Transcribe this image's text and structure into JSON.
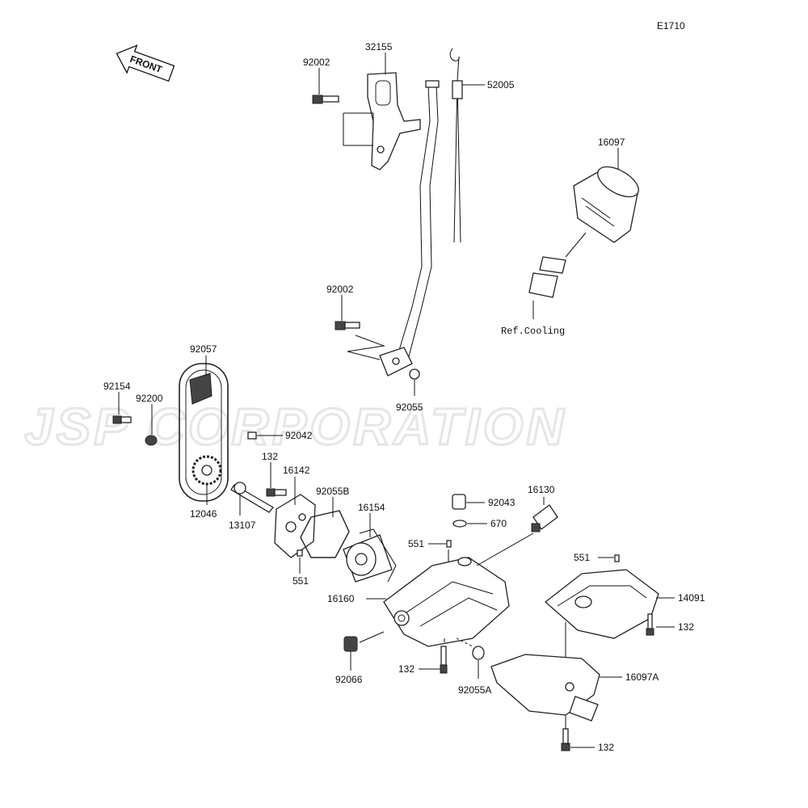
{
  "diagram": {
    "code": "E1710",
    "front_label": "FRONT",
    "watermark": "JSP CORPORATION",
    "labels": {
      "p32155": "32155",
      "p92002_top": "92002",
      "p52005": "52005",
      "p16097": "16097",
      "ref_cooling": "Ref.Cooling",
      "p92002_mid": "92002",
      "p92055": "92055",
      "p92057": "92057",
      "p92154": "92154",
      "p92200": "92200",
      "p92042": "92042",
      "p132_a": "132",
      "p16142": "16142",
      "p92055B": "92055B",
      "p16154": "16154",
      "p12046": "12046",
      "p13107": "13107",
      "p551_a": "551",
      "p92043": "92043",
      "p16130": "16130",
      "p670": "670",
      "p551_b": "551",
      "p551_c": "551",
      "p16160": "16160",
      "p14091": "14091",
      "p132_b": "132",
      "p92066": "92066",
      "p132_c": "132",
      "p92055A": "92055A",
      "p16097A": "16097A",
      "p132_d": "132"
    }
  }
}
